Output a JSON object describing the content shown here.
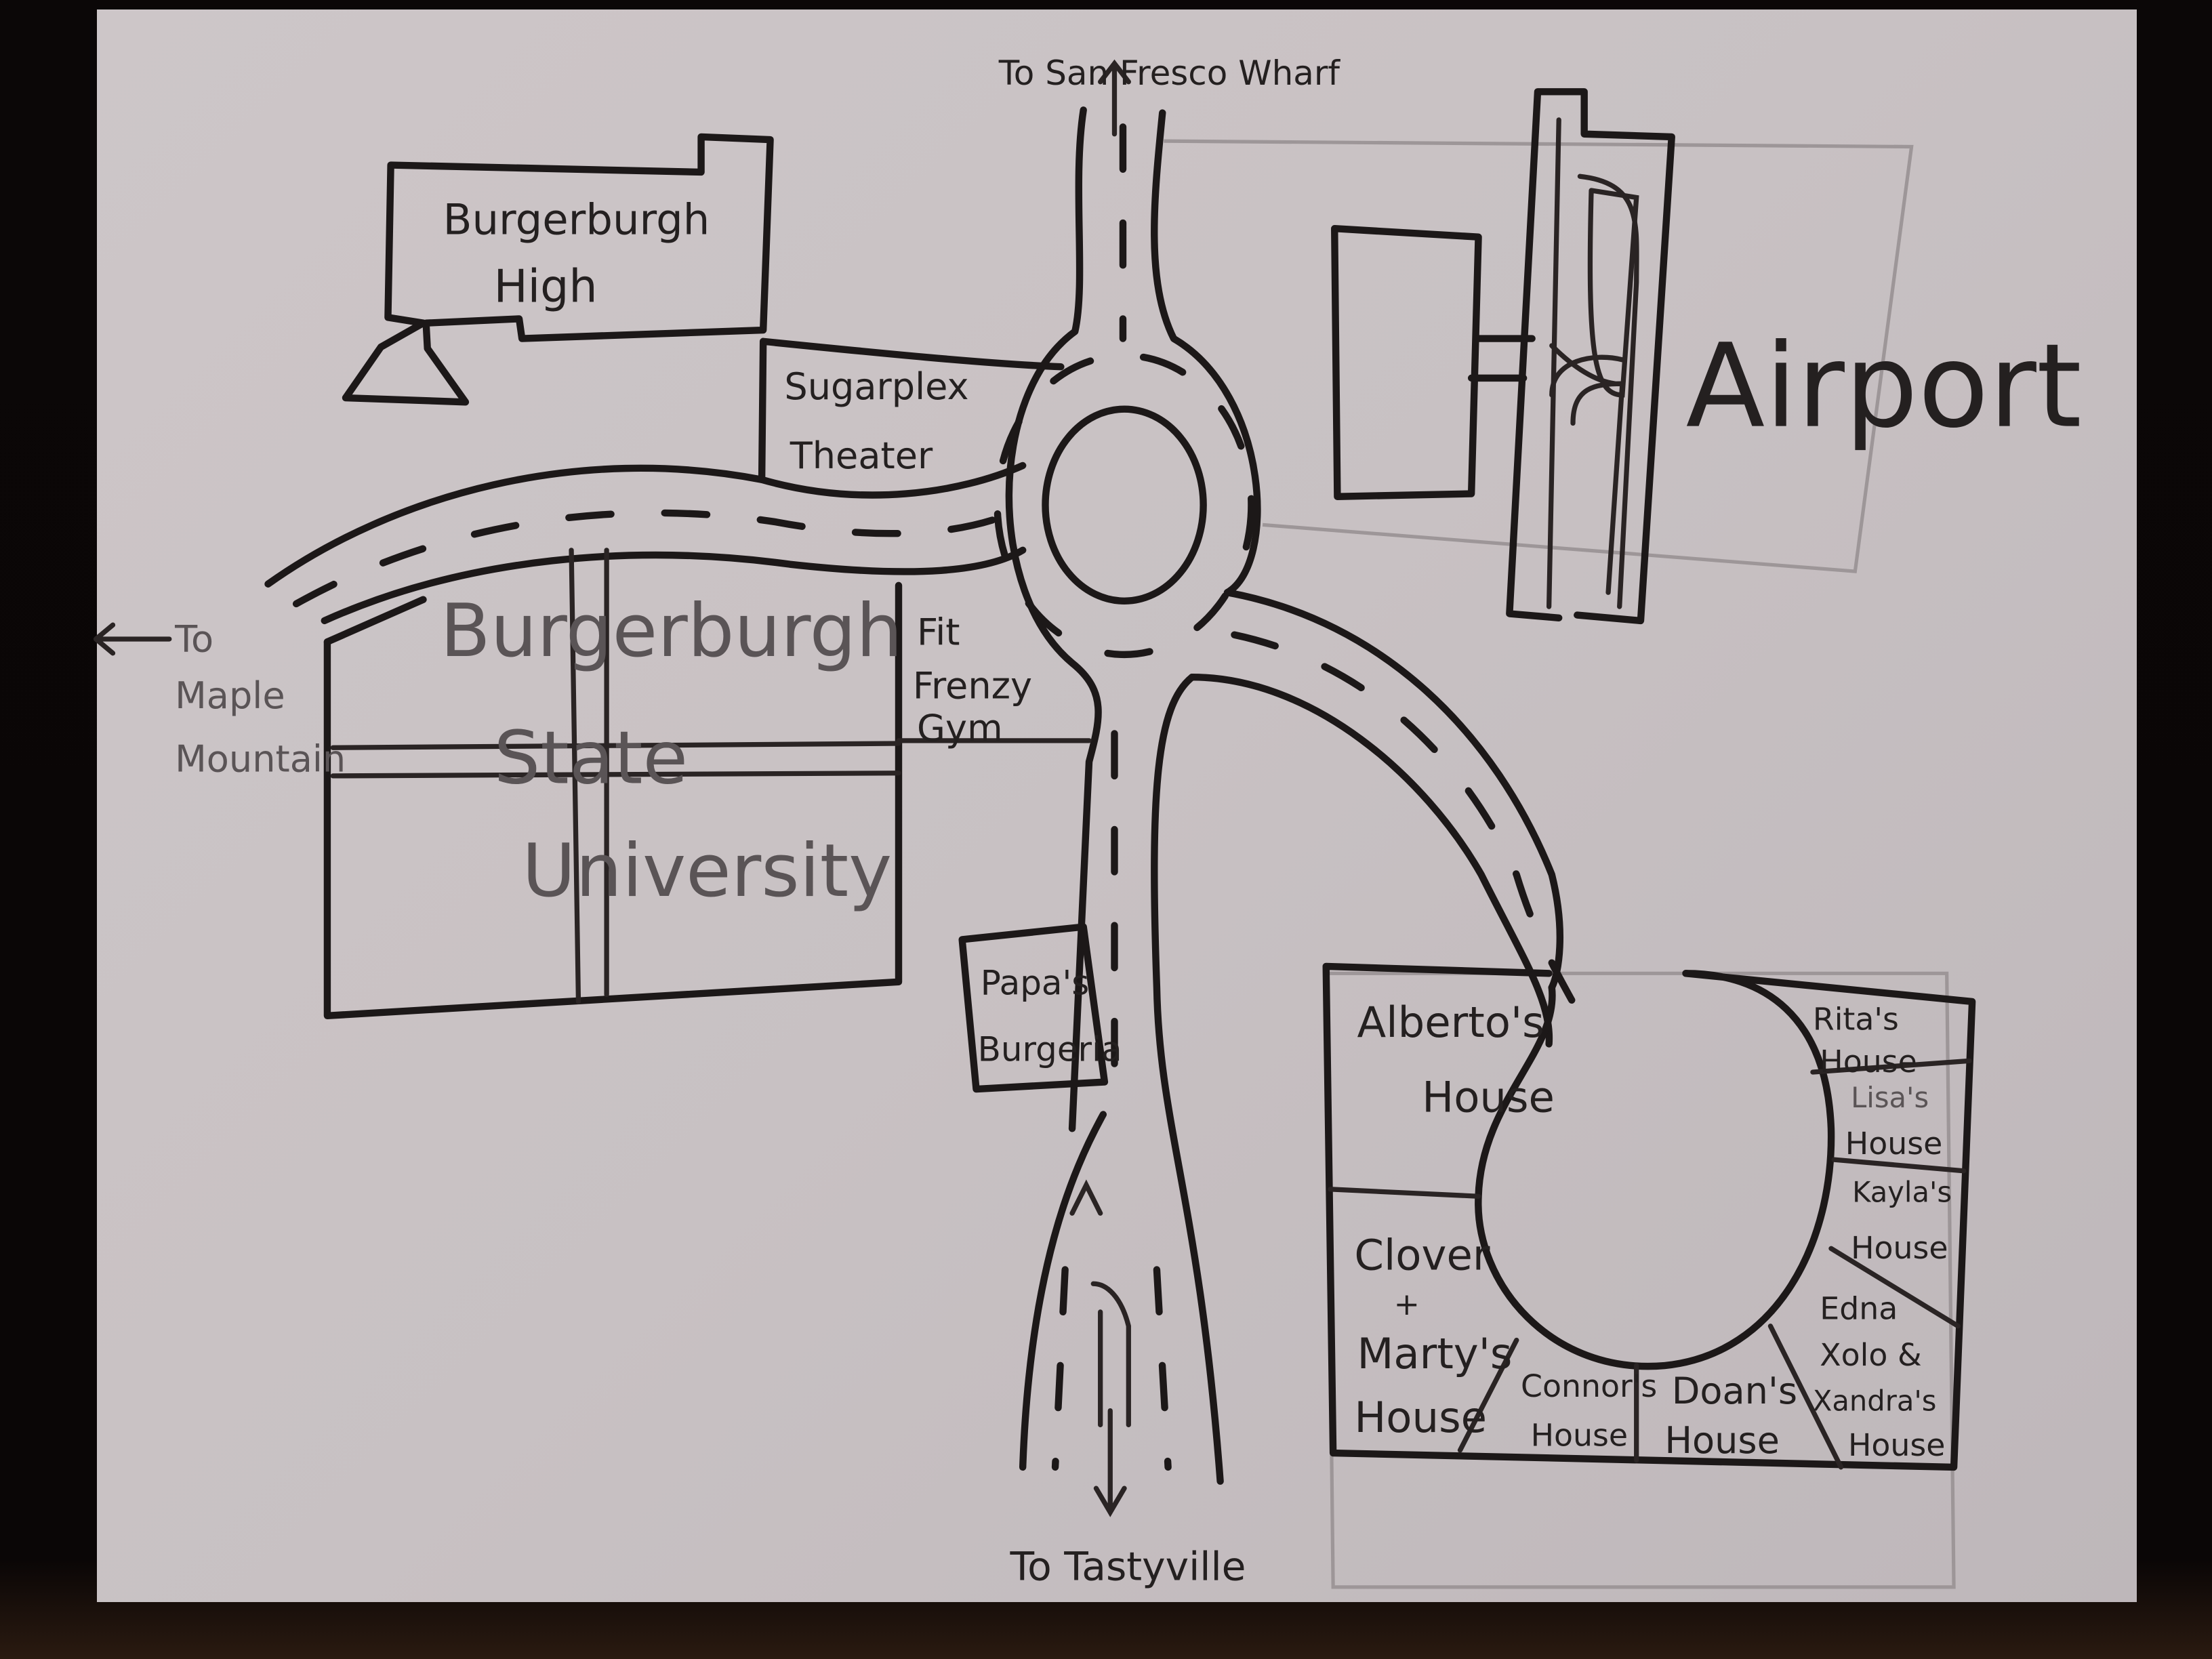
{
  "map": {
    "title": "Burgerburgh hand-drawn town map",
    "colors": {
      "paper": "#c8c1c3",
      "ink": "#1c1818",
      "background": "#0a0606"
    },
    "directions": {
      "north": "To San Fresco Wharf",
      "south": "To Tastyville",
      "west_line1": "To",
      "west_line2": "Maple",
      "west_line3": "Mountain"
    },
    "landmarks": {
      "high_school": {
        "line1": "Burgerburgh",
        "line2": "High"
      },
      "theater": {
        "line1": "Sugarplex",
        "line2": "Theater"
      },
      "university": {
        "line1": "Burgerburgh",
        "line2": "State",
        "line3": "University"
      },
      "gym": {
        "line1": "Fit",
        "line2": "Frenzy",
        "line3": "Gym"
      },
      "restaurant": {
        "line1": "Papa's",
        "line2": "Burgeria"
      },
      "airport": {
        "label": "Airport"
      }
    },
    "houses": [
      {
        "line1": "Alberto's",
        "line2": "House"
      },
      {
        "line1": "Clover",
        "line2": "+",
        "line3": "Marty's",
        "line4": "House"
      },
      {
        "line1": "Connor's",
        "line2": "House"
      },
      {
        "line1": "Doan's",
        "line2": "House"
      },
      {
        "line1": "Edna",
        "line2": "Xolo &",
        "line3": "Xandra's",
        "line4": "House"
      },
      {
        "line1": "Kayla's",
        "line2": "House"
      },
      {
        "line1": "Lisa's",
        "line2": "House"
      },
      {
        "line1": "Rita's",
        "line2": "House"
      }
    ]
  }
}
